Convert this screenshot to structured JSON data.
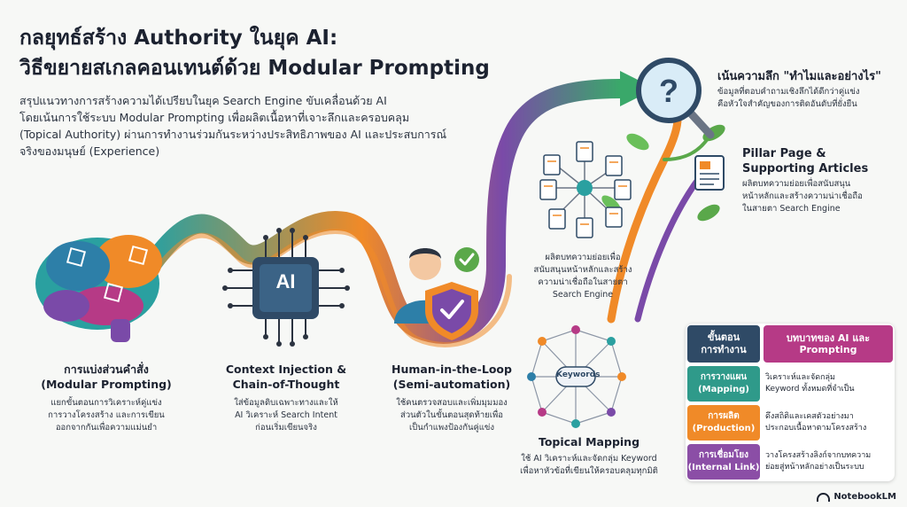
{
  "title": {
    "line1": "กลยุทธ์สร้าง Authority ในยุค AI:",
    "line2": "วิธีขยายสเกลคอนเทนต์ด้วย Modular Prompting"
  },
  "intro": {
    "line1": "สรุปแนวทางการสร้างความได้เปรียบในยุค Search Engine ขับเคลื่อนด้วย AI",
    "line2": "โดยเน้นการใช้ระบบ Modular Prompting เพื่อผลิตเนื้อหาที่เจาะลึกและครอบคลุม",
    "line3": "(Topical Authority) ผ่านการทำงานร่วมกันระหว่างประสิทธิภาพของ AI และประสบการณ์",
    "line4": "จริงของมนุษย์ (Experience)"
  },
  "steps": [
    {
      "title1": "การแบ่งส่วนคำสั่ง",
      "title2": "(Modular Prompting)",
      "desc1": "แยกขั้นตอนการวิเคราะห์คู่แข่ง",
      "desc2": "การวางโครงสร้าง และการเขียน",
      "desc3": "ออกจากกันเพื่อความแม่นยำ",
      "icon": "brain-icon"
    },
    {
      "title1": "Context Injection &",
      "title2": "Chain-of-Thought",
      "desc1": "ใส่ข้อมูลดิบเฉพาะทางและให้",
      "desc2": "AI วิเคราะห์ Search Intent",
      "desc3": "ก่อนเริ่มเขียนจริง",
      "chip": "AI",
      "icon": "ai-chip-icon"
    },
    {
      "title1": "Human-in-the-Loop",
      "title2": "(Semi-automation)",
      "desc1": "ใช้คนตรวจสอบและเพิ่มมุมมอง",
      "desc2": "ส่วนตัวในขั้นตอนสุดท้ายเพื่อ",
      "desc3": "เป็นกำแพงป้องกันคู่แข่ง",
      "icon": "person-shield-icon"
    }
  ],
  "cluster": {
    "desc1": "ผลิตบทความย่อยเพื่อ",
    "desc2": "สนับสนุนหน้าหลักและสร้าง",
    "desc3": "ความน่าเชื่อถือในสายตา",
    "desc4": "Search Engine"
  },
  "topical": {
    "node": "Keywords",
    "title": "Topical Mapping",
    "desc1": "ใช้ AI วิเคราะห์และจัดกลุ่ม Keyword",
    "desc2": "เพื่อหาหัวข้อที่เขียนให้ครอบคลุมทุกมิติ"
  },
  "depth": {
    "title": "เน้นความลึก \"ทำไมและอย่างไร\"",
    "desc1": "ข้อมูลที่ตอบคำถามเชิงลึกได้ดีกว่าคู่แข่ง",
    "desc2": "คือหัวใจสำคัญของการติดอันดับที่ยั่งยืน",
    "icon": "magnifier-question-icon"
  },
  "pillar": {
    "title1": "Pillar Page &",
    "title2": "Supporting Articles",
    "desc1": "ผลิตบทความย่อยเพื่อสนับสนุน",
    "desc2": "หน้าหลักและสร้างความน่าเชื่อถือ",
    "desc3": "ในสายตา Search Engine",
    "icon": "document-icon"
  },
  "table": {
    "header_left1": "ขั้นตอน",
    "header_left2": "การทำงาน",
    "header_right1": "บทบาทของ AI และ",
    "header_right2": "Prompting",
    "rows": [
      {
        "label1": "การวางแผน",
        "label2": "(Mapping)",
        "desc1": "วิเคราะห์และจัดกลุ่ม",
        "desc2": "Keyword ทั้งหมดที่จำเป็น",
        "color": "#2f9a8a",
        "bg": "#e3f3ef"
      },
      {
        "label1": "การผลิต",
        "label2": "(Production)",
        "desc1": "ดึงสถิติและเคสตัวอย่างมา",
        "desc2": "ประกอบเนื้อหาตามโครงสร้าง",
        "color": "#f08a28",
        "bg": "#fdeedd"
      },
      {
        "label1": "การเชื่อมโยง",
        "label2": "(Internal Link)",
        "desc1": "วางโครงสร้างลิงก์จากบทความ",
        "desc2": "ย่อยสู่หน้าหลักอย่างเป็นระบบ",
        "color": "#8b4ea6",
        "bg": "#efe3f4"
      }
    ]
  },
  "logo": "NotebookLM",
  "colors": {
    "teal": "#2aa0a0",
    "orange": "#f08a28",
    "purple": "#7a4aa8",
    "navy": "#2f4a66",
    "magenta": "#b63a86",
    "green": "#5aa84a"
  }
}
